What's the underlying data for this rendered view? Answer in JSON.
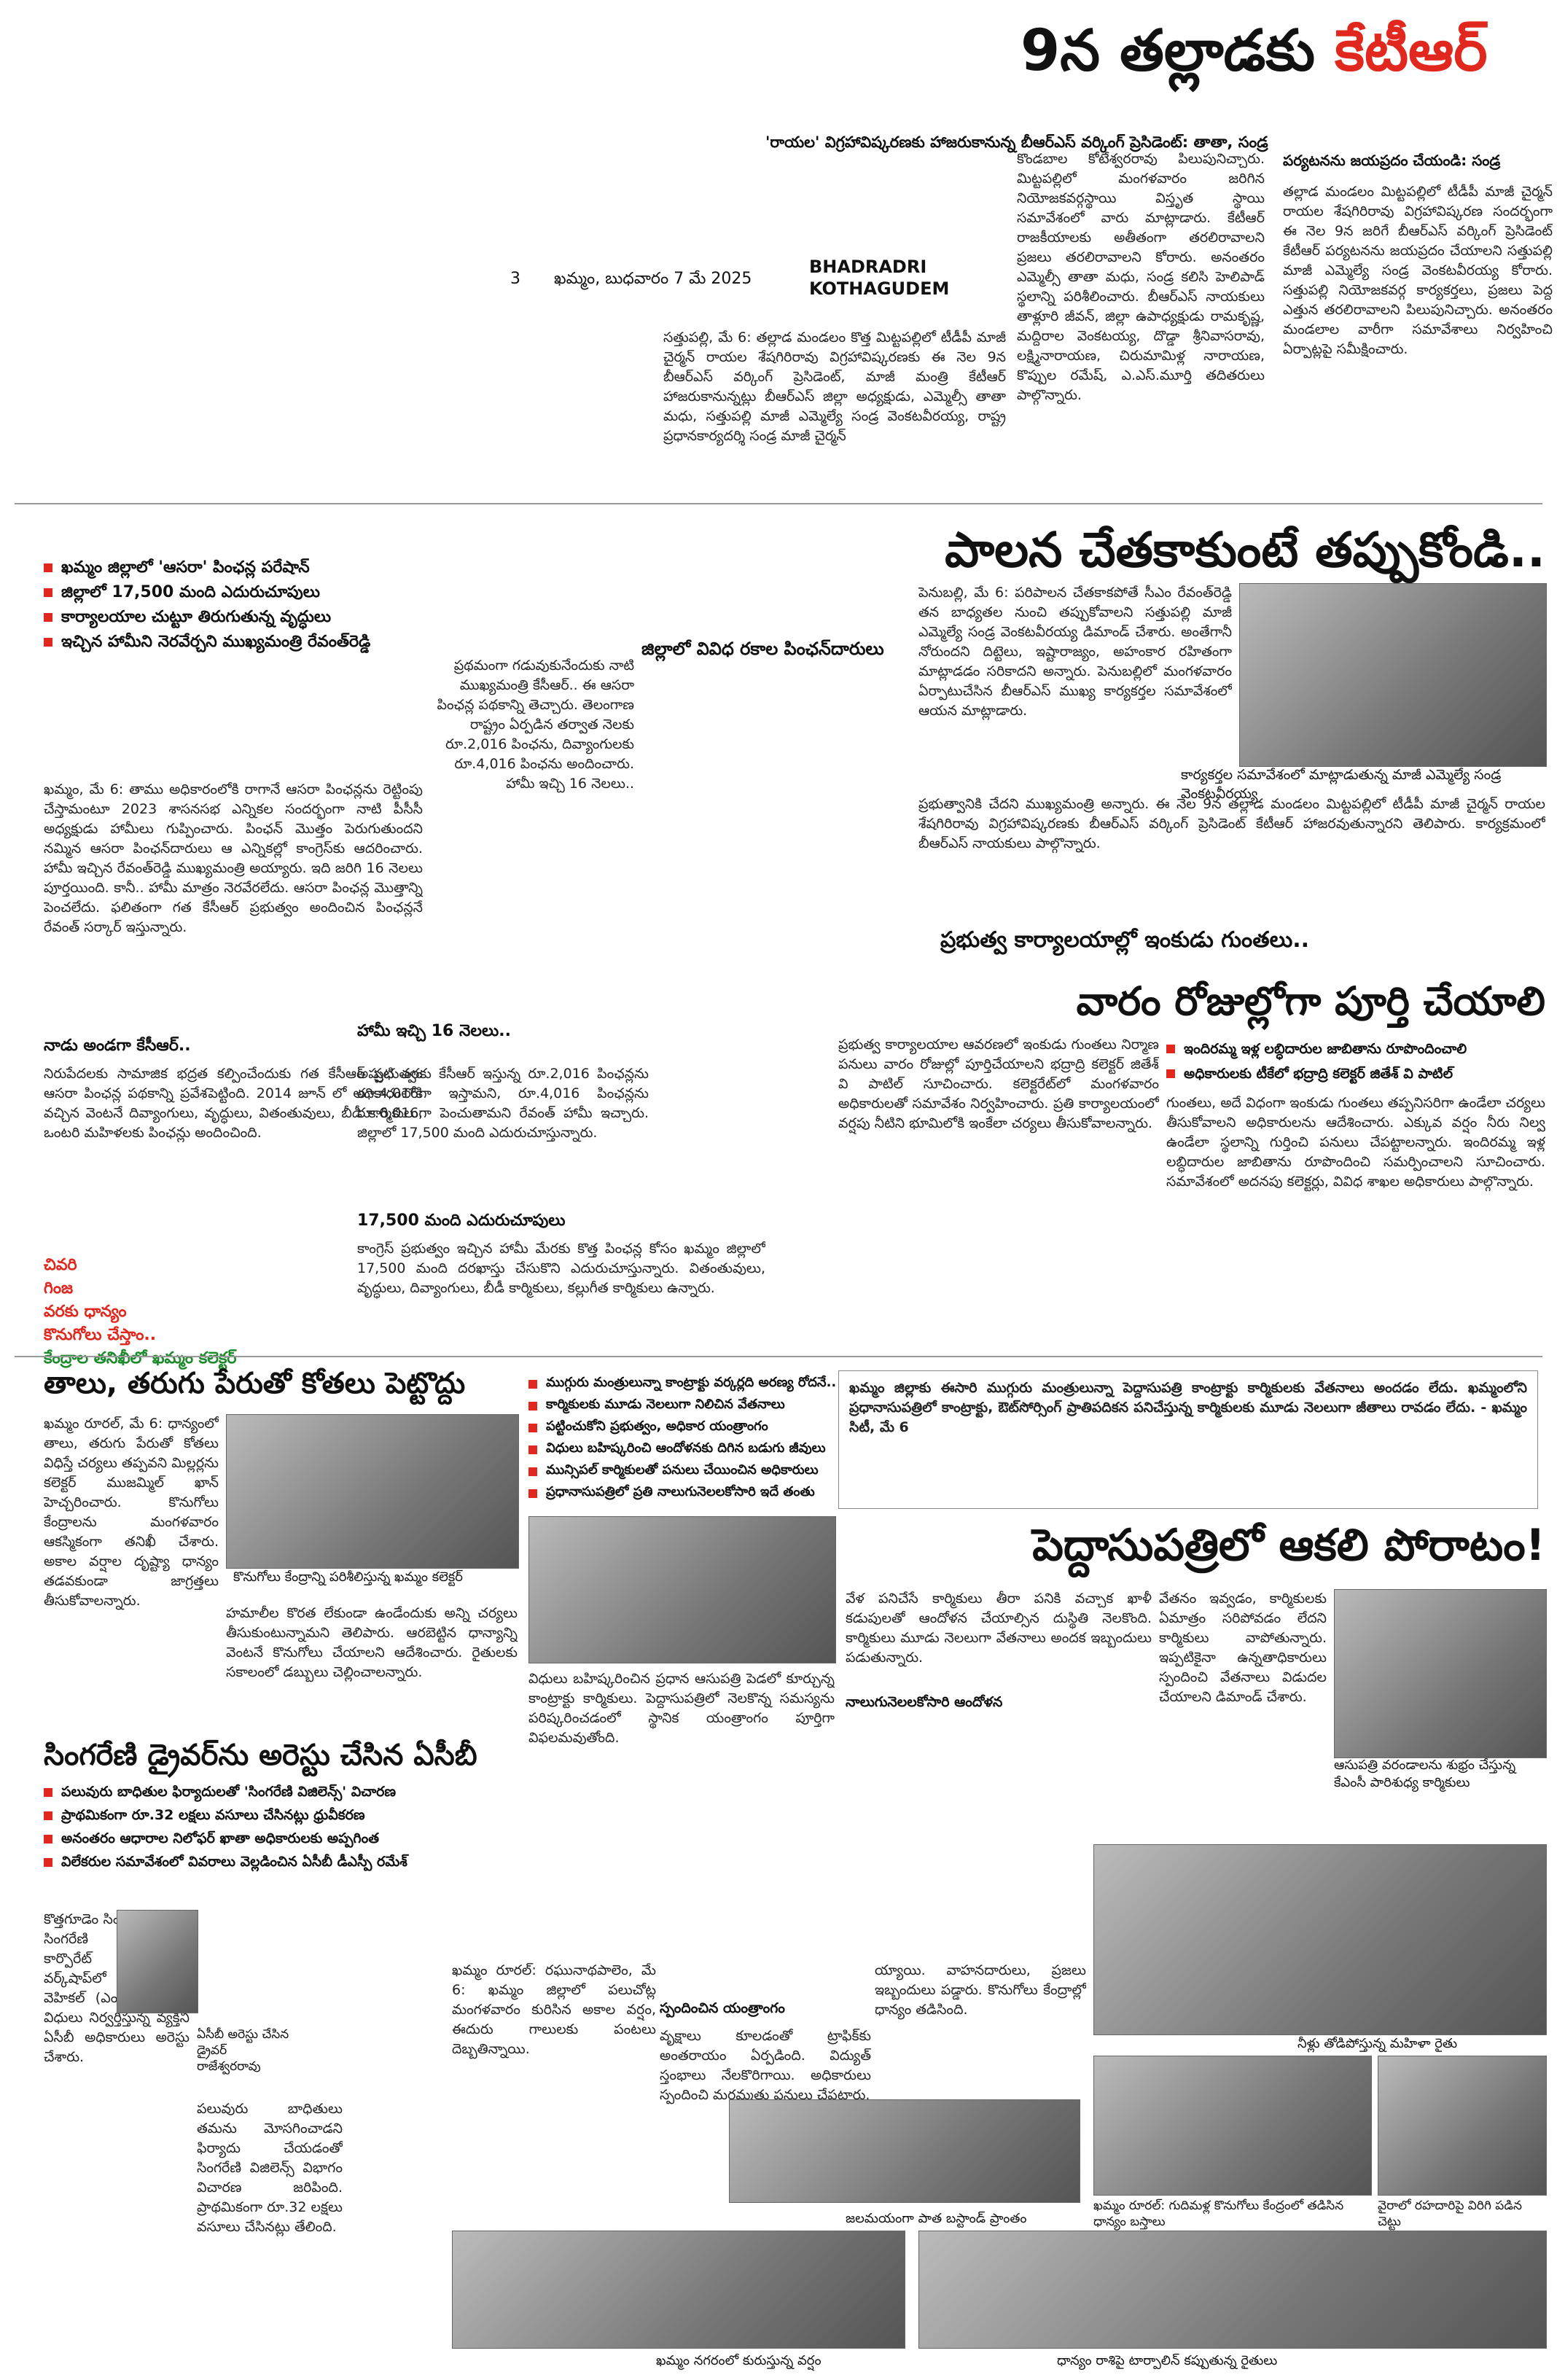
{
  "masthead": {
    "page_no": "3",
    "dateline": "ఖమ్మం, బుధవారం 7 మే 2025",
    "district_line1": "BHADRADRI",
    "district_line2": "KOTHAGUDEM"
  },
  "story_ktr": {
    "headline_black": "9న తల్లాడకు ",
    "headline_red": "కేటీఆర్",
    "subhead": "'రాయల' విగ్రహావిష్కరణకు హాజరుకానున్న బీఆర్ఎస్ వర్కింగ్ ప్రెసిడెంట్: తాతా, సండ్ర",
    "intro": "సత్తుపల్లి, మే 6: తల్లాడ మండలం కొత్త మిట్టపల్లిలో టీడీపీ మాజీ చైర్మన్ రాయల శేషగిరిరావు విగ్రహావిష్కరణకు ఈ నెల 9న బీఆర్ఎస్ వర్కింగ్ ప్రెసిడెంట్, మాజీ మంత్రి కేటీఆర్ హాజరుకానున్నట్లు బీఆర్ఎస్ జిల్లా అధ్యక్షుడు, ఎమ్మెల్సీ తాతా మధు, సత్తుపల్లి మాజీ ఎమ్మెల్యే సండ్ర వెంకటవీరయ్య, రాష్ట్ర ప్రధానకార్యదర్శి సండ్ర మాజీ చైర్మన్",
    "col2": "కొండబాల కోటేశ్వరరావు పిలుపునిచ్చారు. మిట్టపల్లిలో మంగళవారం జరిగిన నియోజకవర్గస్థాయి విస్తృత స్థాయి సమావేశంలో వారు మాట్లాడారు. కేటీఆర్ రాజకీయాలకు అతీతంగా తరలిరావాలని ప్రజలు తరలిరావాలని కోరారు. అనంతరం ఎమ్మెల్సీ తాతా మధు, సండ్ర కలిసి హెలిపాడ్ స్థలాన్ని పరిశీలించారు. బీఆర్ఎస్ నాయకులు తాళ్లూరి జీవన్, జిల్లా ఉపాధ్యక్షుడు రామకృష్ణ, మద్దిరాల వెంకటయ్య, దొడ్డా శ్రీనివాసరావు, లక్ష్మినారాయణ, చిరుమామిళ్ల నారాయణ, కొప్పుల రమేష్, ఎ.ఎస్.మూర్తి తదితరులు పాల్గొన్నారు.",
    "col3_title": "పర్యటనను జయప్రదం చేయండి: సండ్ర",
    "col3": "తల్లాడ మండలం మిట్టపల్లిలో టీడీపీ మాజీ చైర్మన్ రాయల శేషగిరిరావు విగ్రహావిష్కరణ సందర్భంగా ఈ నెల 9న జరిగే బీఆర్ఎస్ వర్కింగ్ ప్రెసిడెంట్ కేటీఆర్ పర్యటనను జయప్రదం చేయాలని సత్తుపల్లి మాజీ ఎమ్మెల్యే సండ్ర వెంకటవీరయ్య కోరారు. సత్తుపల్లి నియోజకవర్గ కార్యకర్తలు, ప్రజలు పెద్ద ఎత్తున తరలిరావాలని పిలుపునిచ్చారు. అనంతరం మండలాల వారీగా సమావేశాలు నిర్వహించి ఏర్పాట్లపై సమీక్షించారు."
  },
  "story_pension": {
    "headline": "పాలన చేతకాకుంటే తప్పుకోండి..",
    "bullets": [
      "ఖమ్మం జిల్లాలో 'ఆసరా' పింఛన్ల పరేషాన్",
      "జిల్లాలో 17,500 మంది ఎదురుచూపులు",
      "కార్యాలయాల చుట్టూ తిరుగుతున్న వృద్ధులు",
      "ఇచ్చిన హామీని నెరవేర్చని ముఖ్యమంత్రి రేవంత్‌రెడ్డి"
    ],
    "table_title": "జిల్లాలో వివిధ రకాల పింఛన్‌దారులు",
    "body1": "ఖమ్మం, మే 6: తాము అధికారంలోకి రాగానే ఆసరా పింఛన్లను రెట్టింపు చేస్తామంటూ 2023 శాసనసభ ఎన్నికల సందర్భంగా నాటి పీసీసీ అధ్యక్షుడు హామీలు గుప్పించారు. పింఛన్ మొత్తం పెరుగుతుందని నమ్మిన ఆసరా పింఛన్‌దారులు ఆ ఎన్నికల్లో కాంగ్రెస్‌కు ఆదరించారు. హామీ ఇచ్చిన రేవంత్‌రెడ్డి ముఖ్యమంత్రి అయ్యారు. ఇది జరిగి 16 నెలలు పూర్తయింది. కానీ.. హామీ మాత్రం నెరవేరలేదు. ఆసరా పింఛన్ల మొత్తాన్ని పెంచలేదు. ఫలితంగా గత కేసీఆర్ ప్రభుత్వం అందించిన పింఛన్లనే రేవంత్ సర్కార్ ఇస్తున్నారు.",
    "sub_kcr": "నాడు అండగా కేసీఆర్..",
    "body2": "నిరుపేదలకు సామాజిక భద్రత కల్పించేందుకు గత కేసీఆర్ ప్రభుత్వం ఆసరా పింఛన్ల పథకాన్ని ప్రవేశపెట్టింది. 2014 జూన్ లో అధికారంలోకి వచ్చిన వెంటనే దివ్యాంగులు, వృద్ధులు, వితంతువులు, బీడీ కార్మికులు, ఒంటరి మహిళలకు పింఛన్లు అందించింది.",
    "sidebar_links": [
      "చివరి",
      "గింజ",
      "వరకు ధాన్యం",
      "కొనుగోలు చేస్తాం..",
      "కేంద్రాల తనిఖీలో ఖమ్మం కలెక్టర్"
    ],
    "col_mid": "ప్రథమంగా గడువుకునేందుకు నాటి ముఖ్యమంత్రి కేసీఆర్.. ఈ ఆసరా పింఛన్ల పథకాన్ని తెచ్చారు. తెలంగాణ రాష్ట్రం ఏర్పడిన తర్వాత నెలకు రూ.2,016 పింఛను, దివ్యాంగులకు రూ.4,016 పింఛను అందించారు. హామీ ఇచ్చి 16 నెలలు..",
    "sub_hami": "హామీ ఇచ్చి 16 నెలలు..",
    "body3": "అప్పటి వరకు కేసీఆర్ ఇస్తున్న రూ.2,016 పింఛన్లను రూ.4,016గా ఇస్తామని, రూ.4,016 పింఛన్లను రూ.6,016గా పెంచుతామని రేవంత్ హామీ ఇచ్చారు. జిల్లాలో 17,500 మంది ఎదురుచూస్తున్నారు.",
    "sub_1750": "17,500 మంది ఎదురుచూపులు",
    "body4": "కాంగ్రెస్ ప్రభుత్వం ఇచ్చిన హామీ మేరకు కొత్త పింఛన్ల కోసం ఖమ్మం జిల్లాలో 17,500 మంది దరఖాస్తు చేసుకొని ఎదురుచూస్తున్నారు. వితంతువులు, వృద్ధులు, దివ్యాంగులు, బీడీ కార్మికులు, కల్లుగీత కార్మికులు ఉన్నారు.",
    "col_r1": "పెనుబల్లి, మే 6: పరిపాలన చేతకాకపోతే సీఎం రేవంత్‌రెడ్డి తన బాధ్యతల నుంచి తప్పుకోవాలని సత్తుపల్లి మాజీ ఎమ్మెల్యే సండ్ర వెంకటవీరయ్య డిమాండ్ చేశారు. అంతేగానీ నోరుందని దిట్టెలు, ఇష్టారాజ్యం, అహంకార రహితంగా మాట్లాడడం సరికాదని అన్నారు. పెనుబల్లిలో మంగళవారం ఏర్పాటుచేసిన బీఆర్ఎస్ ముఖ్య కార్యకర్తల సమావేశంలో ఆయన మాట్లాడారు.",
    "photo_cap1": "కార్యకర్తల సమావేశంలో మాట్లాడుతున్న మాజీ ఎమ్మెల్యే సండ్ర వెంకటవీరయ్య",
    "col_r2": "ప్రభుత్వానికి చేదని ముఖ్యమంత్రి అన్నారు. ఈ నెల 9న తల్లాడ మండలం మిట్టపల్లిలో టీడీపీ మాజీ చైర్మన్ రాయల శేషగిరిరావు విగ్రహావిష్కరణకు బీఆర్ఎస్ వర్కింగ్ ప్రెసిడెంట్ కేటీఆర్ హాజరవుతున్నారని తెలిపారు. కార్యక్రమంలో బీఆర్ఎస్ నాయకులు పాల్గొన్నారు."
  },
  "story_offices": {
    "kicker": "ప్రభుత్వ కార్యాలయాల్లో ఇంకుడు గుంతలు..",
    "headline": "వారం రోజుల్లోగా పూర్తి చేయాలి",
    "bullets": [
      "ఇందిరమ్మ ఇళ్ల లబ్ధిదారుల జాబితాను రూపొందించాలి",
      "అధికారులకు టీకేలో భద్రాద్రి కలెక్టర్ జితేశ్ వి పాటిల్"
    ],
    "body_left": "ప్రభుత్వ కార్యాలయాల ఆవరణలో ఇంకుడు గుంతలు నిర్మాణ పనులు వారం రోజుల్లో పూర్తిచేయాలని భద్రాద్రి కలెక్టర్ జితేశ్ వి పాటిల్ సూచించారు. కలెక్టరేట్‌లో మంగళవారం అధికారులతో సమావేశం నిర్వహించారు. ప్రతి కార్యాలయంలో వర్షపు నీటిని భూమిలోకి ఇంకేలా చర్యలు తీసుకోవాలన్నారు.",
    "body_right": "గుంతలు, అదే విధంగా ఇంకుడు గుంతలు తప్పనిసరిగా ఉండేలా చర్యలు తీసుకోవాలని అధికారులను ఆదేశించారు. ఎక్కువ వర్షం నీరు నిల్వ ఉండేలా స్థలాన్ని గుర్తించి పనులు చేపట్టాలన్నారు. ఇందిరమ్మ ఇళ్ల లబ్ధిదారుల జాబితాను రూపొందించి సమర్పించాలని సూచించారు. సమావేశంలో అదనపు కలెక్టర్లు, వివిధ శాఖల అధికారులు పాల్గొన్నారు."
  },
  "story_traders": {
    "headline": "తాలు, తరుగు పేరుతో కోతలు పెట్టొద్దు",
    "body1": "ఖమ్మం రూరల్, మే 6: ధాన్యంలో తాలు, తరుగు పేరుతో కోతలు విధిస్తే చర్యలు తప్పవని మిల్లర్లను కలెక్టర్ ముజమ్మిల్ ఖాన్ హెచ్చరించారు. కొనుగోలు కేంద్రాలను మంగళవారం ఆకస్మికంగా తనిఖీ చేశారు. అకాల వర్షాల దృష్ట్యా ధాన్యం తడవకుండా జాగ్రత్తలు తీసుకోవాలన్నారు.",
    "photo_cap": "కొనుగోలు కేంద్రాన్ని పరిశీలిస్తున్న ఖమ్మం కలెక్టర్",
    "body2": "హమాలీల కొరత లేకుండా ఉండేందుకు అన్ని చర్యలు తీసుకుంటున్నామని తెలిపారు. ఆరబెట్టిన ధాన్యాన్ని వెంటనే కొనుగోలు చేయాలని ఆదేశించారు. రైతులకు సకాలంలో డబ్బులు చెల్లించాలన్నారు."
  },
  "story_hospital": {
    "bullets": [
      "ముగ్గురు మంత్రులున్నా కాంట్రాక్టు వర్కర్లది అరణ్య రోదనే..",
      "కార్మికులకు మూడు నెలలుగా నిలిచిన వేతనాలు",
      "పట్టించుకోని ప్రభుత్వం, అధికార యంత్రాంగం",
      "విధులు బహిష్కరించి ఆందోళనకు దిగిన బడుగు జీవులు",
      "మున్సిపల్ కార్మికులతో పనులు చేయించిన అధికారులు",
      "ప్రధానాసుపత్రిలో ప్రతి నాలుగునెలలకోసారి ఇదే తంతు"
    ],
    "box_right": "ఖమ్మం జిల్లాకు ఈసారి ముగ్గురు మంత్రులున్నా పెద్దాసుపత్రి కాంట్రాక్టు కార్మికులకు వేతనాలు అందడం లేదు. ఖమ్మంలోని ప్రధానాసుపత్రిలో కాంట్రాక్టు, ఔట్‌సోర్సింగ్ ప్రాతిపదికన పనిచేస్తున్న కార్మికులకు మూడు నెలలుగా జీతాలు రావడం లేదు. - ఖమ్మం సిటీ, మే 6",
    "headline": "పెద్దాసుపత్రిలో ఆకలి పోరాటం!",
    "sub_nalugu": "నాలుగునెలలకోసారి ఆందోళన",
    "body1": "విధులు బహిష్కరించిన ప్రధాన ఆసుపత్రి పెడలో కూర్చున్న కాంట్రాక్టు కార్మికులు. పెద్దాసుపత్రిలో నెలకొన్న సమస్యను పరిష్కరించడంలో స్థానిక యంత్రాంగం పూర్తిగా విఫలమవుతోంది.",
    "body2": "వేళ పనిచేసే కార్మికులు తీరా పనికి వచ్చాక ఖాళీ కడుపులతో ఆందోళన చేయాల్సిన దుస్థితి నెలకొంది. కార్మికులు మూడు నెలలుగా వేతనాలు అందక ఇబ్బందులు పడుతున్నారు.",
    "body3": "వేతనం ఇవ్వడం, కార్మికులకు ఏమాత్రం సరిపోవడం లేదని కార్మికులు వాపోతున్నారు. ఇప్పటికైనా ఉన్నతాధికారులు స్పందించి వేతనాలు విడుదల చేయాలని డిమాండ్ చేశారు.",
    "photo_cap": "ఆసుపత్రి వరండాలను శుభ్రం చేస్తున్న కేఎంసీ పారిశుధ్య కార్మికులు"
  },
  "story_acb": {
    "headline": "సింగరేణి డ్రైవర్‌ను అరెస్టు చేసిన ఏసీబీ",
    "bullets": [
      "పలువురు బాధితుల ఫిర్యాదులతో 'సింగరేణి విజిలెన్స్' విచారణ",
      "ప్రాథమికంగా రూ.32 లక్షలు వసూలు చేసినట్లు ధ్రువీకరణ",
      "అనంతరం ఆధారాల నిలోఫర్ ఖాతా అధికారులకు అప్పగింత",
      "విలేకరుల సమావేశంలో వివరాలు వెల్లడించిన ఏసీబీ డీఎస్పీ రమేశ్"
    ],
    "body1": "కొత్తగూడెం సింగరేణి, మే 6: సింగరేణి కొత్తగూడెం కార్పొరేట్ మెయిన్ వర్క్‌షాప్‌లో మోటార్ వెహికల్ (ఎంవీ) డ్రైవర్‌గా విధులు నిర్వర్తిస్తున్న వ్యక్తిని ఏసీబీ అధికారులు అరెస్టు చేశారు.",
    "photo_cap": "ఏసీబీ అరెస్టు చేసిన డ్రైవర్ రాజేశ్వరరావు",
    "body2": "పలువురు బాధితులు తమను మోసగించాడని ఫిర్యాదు చేయడంతో సింగరేణి విజిలెన్స్ విభాగం విచారణ జరిపింది. ప్రాథమికంగా రూ.32 లక్షలు వసూలు చేసినట్లు తేలింది.",
    "body3": "ఖమ్మం రూరల్: రఘునాథపాలెం, మే 6: ఖమ్మం జిల్లాలో పలుచోట్ల మంగళవారం కురిసిన అకాల వర్షం, ఈదురు గాలులకు పంటలు దెబ్బతిన్నాయి.",
    "sub_spandana": "స్పందించిన యంత్రాంగం",
    "body4": "వృక్షాలు కూలడంతో ట్రాఫిక్‌కు అంతరాయం ఏర్పడింది. విద్యుత్ స్తంభాలు నేలకొరిగాయి. అధికారులు స్పందించి మరమ్మతు పనులు చేపట్టారు.",
    "body5": "య్యాయి. వాహనదారులు, ప్రజలు ఇబ్బందులు పడ్డారు. కొనుగోలు కేంద్రాల్లో ధాన్యం తడిసింది.",
    "cap_farmer": "నీళ్లు తోడిపోస్తున్న మహిళా రైతు",
    "cap_bags": "ఖమ్మం రూరల్: గుదిమళ్ల కొనుగోలు కేంద్రంలో తడిసిన ధాన్యం బస్తాలు",
    "cap_tree": "వైరాలో రహదారిపై విరిగి పడిన చెట్టు",
    "cap_water": "జలమయంగా పాత బస్టాండ్ ప్రాంతం",
    "cap_rain": "ఖమ్మం నగరంలో కురుస్తున్న వర్షం",
    "cap_tarp": "ధాన్యం రాశిపై టార్పాలిన్ కప్పుతున్న రైతులు"
  }
}
